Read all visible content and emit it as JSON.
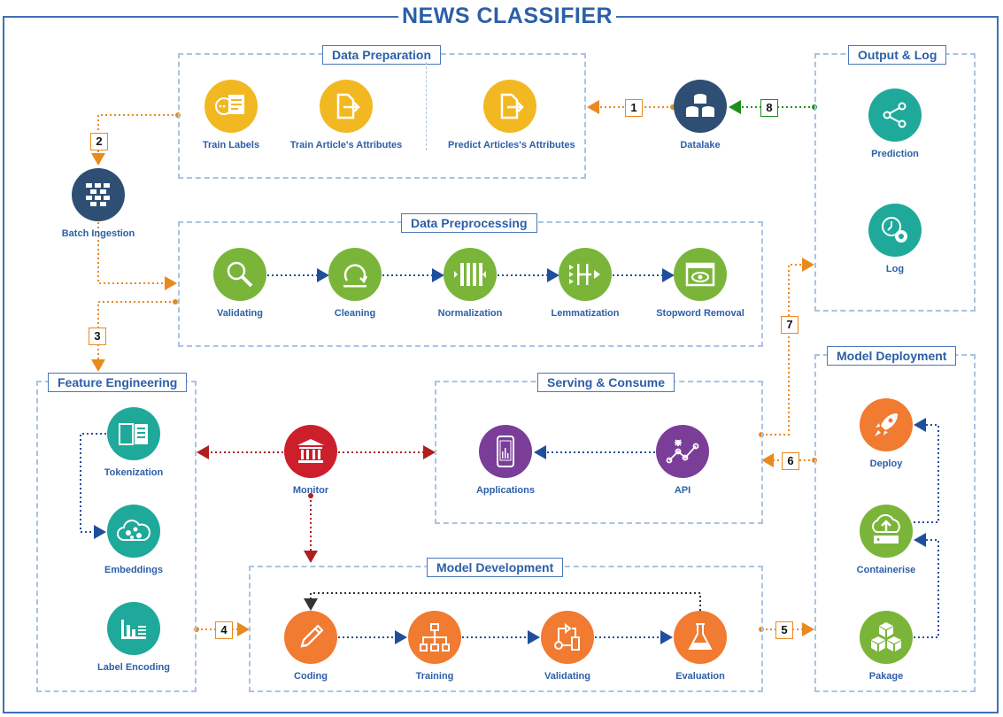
{
  "title": "NEWS CLASSIFIER",
  "groups": {
    "data_preparation": "Data Preparation",
    "data_preprocessing": "Data Preprocessing",
    "output_log": "Output & Log",
    "feature_engineering": "Feature Engineering",
    "serving": "Serving & Consume",
    "model_deployment": "Model Deployment",
    "model_development": "Model Development"
  },
  "nodes": {
    "train_labels": "Train Labels",
    "train_attributes": "Train Article's Attributes",
    "predict_attributes": "Predict Articles's Attributes",
    "datalake": "Datalake",
    "batch_ingestion": "Batch Ingestion",
    "validating_pre": "Validating",
    "cleaning": "Cleaning",
    "normalization": "Normalization",
    "lemmatization": "Lemmatization",
    "stopword_removal": "Stopword Removal",
    "prediction": "Prediction",
    "log": "Log",
    "tokenization": "Tokenization",
    "embeddings": "Embeddings",
    "label_encoding": "Label Encoding",
    "monitor": "Monitor",
    "applications": "Applications",
    "api": "API",
    "deploy": "Deploy",
    "containerise": "Containerise",
    "pakage": "Pakage",
    "coding": "Coding",
    "training": "Training",
    "validating_dev": "Validating",
    "evaluation": "Evaluation"
  },
  "steps": [
    "1",
    "2",
    "3",
    "4",
    "5",
    "6",
    "7",
    "8"
  ],
  "colors": {
    "title": "#2c5fa8",
    "yellow": "#f2b822",
    "green": "#7ab53a",
    "teal": "#1fa99a",
    "orange": "#f07b31",
    "purple": "#7a3e99",
    "navy": "#2f4e74",
    "red": "#cc1f2c",
    "flow_orange": "#e98a1f",
    "flow_blue": "#1f4e9c",
    "flow_red": "#b01f1f",
    "flow_green": "#1e8f1e"
  }
}
